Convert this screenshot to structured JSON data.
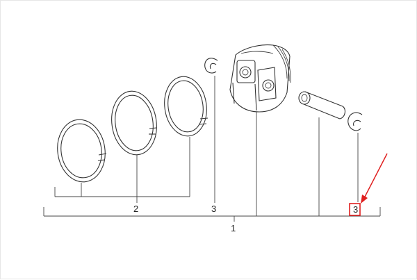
{
  "diagram": {
    "callouts": {
      "rings_label": "2",
      "left_circlip_label": "3",
      "assembly_label": "1",
      "right_circlip_label": "3"
    },
    "highlight_color": "#e02020"
  }
}
